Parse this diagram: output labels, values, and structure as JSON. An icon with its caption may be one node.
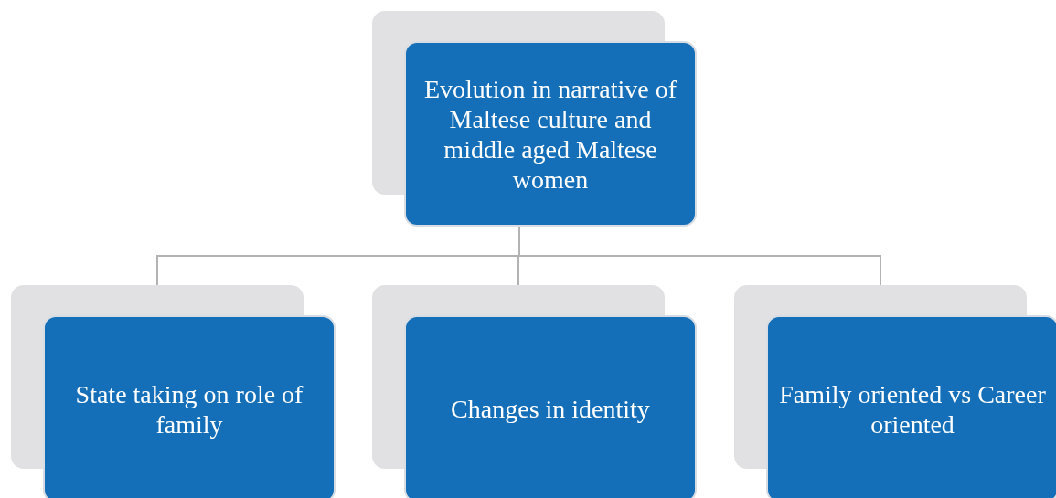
{
  "diagram": {
    "nodes": [
      {
        "text": [
          "Evolution in narrative of Maltese culture and middle aged Maltese women"
        ]
      },
      {
        "text": [
          "State taking on role of family"
        ]
      },
      {
        "text": [
          "Changes in identity"
        ]
      },
      {
        "text": [
          "Family oriented vs Career oriented"
        ]
      }
    ],
    "edges": [
      {
        "from": 0,
        "to": 1,
        "arrow": "none"
      },
      {
        "from": 0,
        "to": 2,
        "arrow": "none"
      },
      {
        "from": 0,
        "to": 3,
        "arrow": "none"
      }
    ]
  }
}
